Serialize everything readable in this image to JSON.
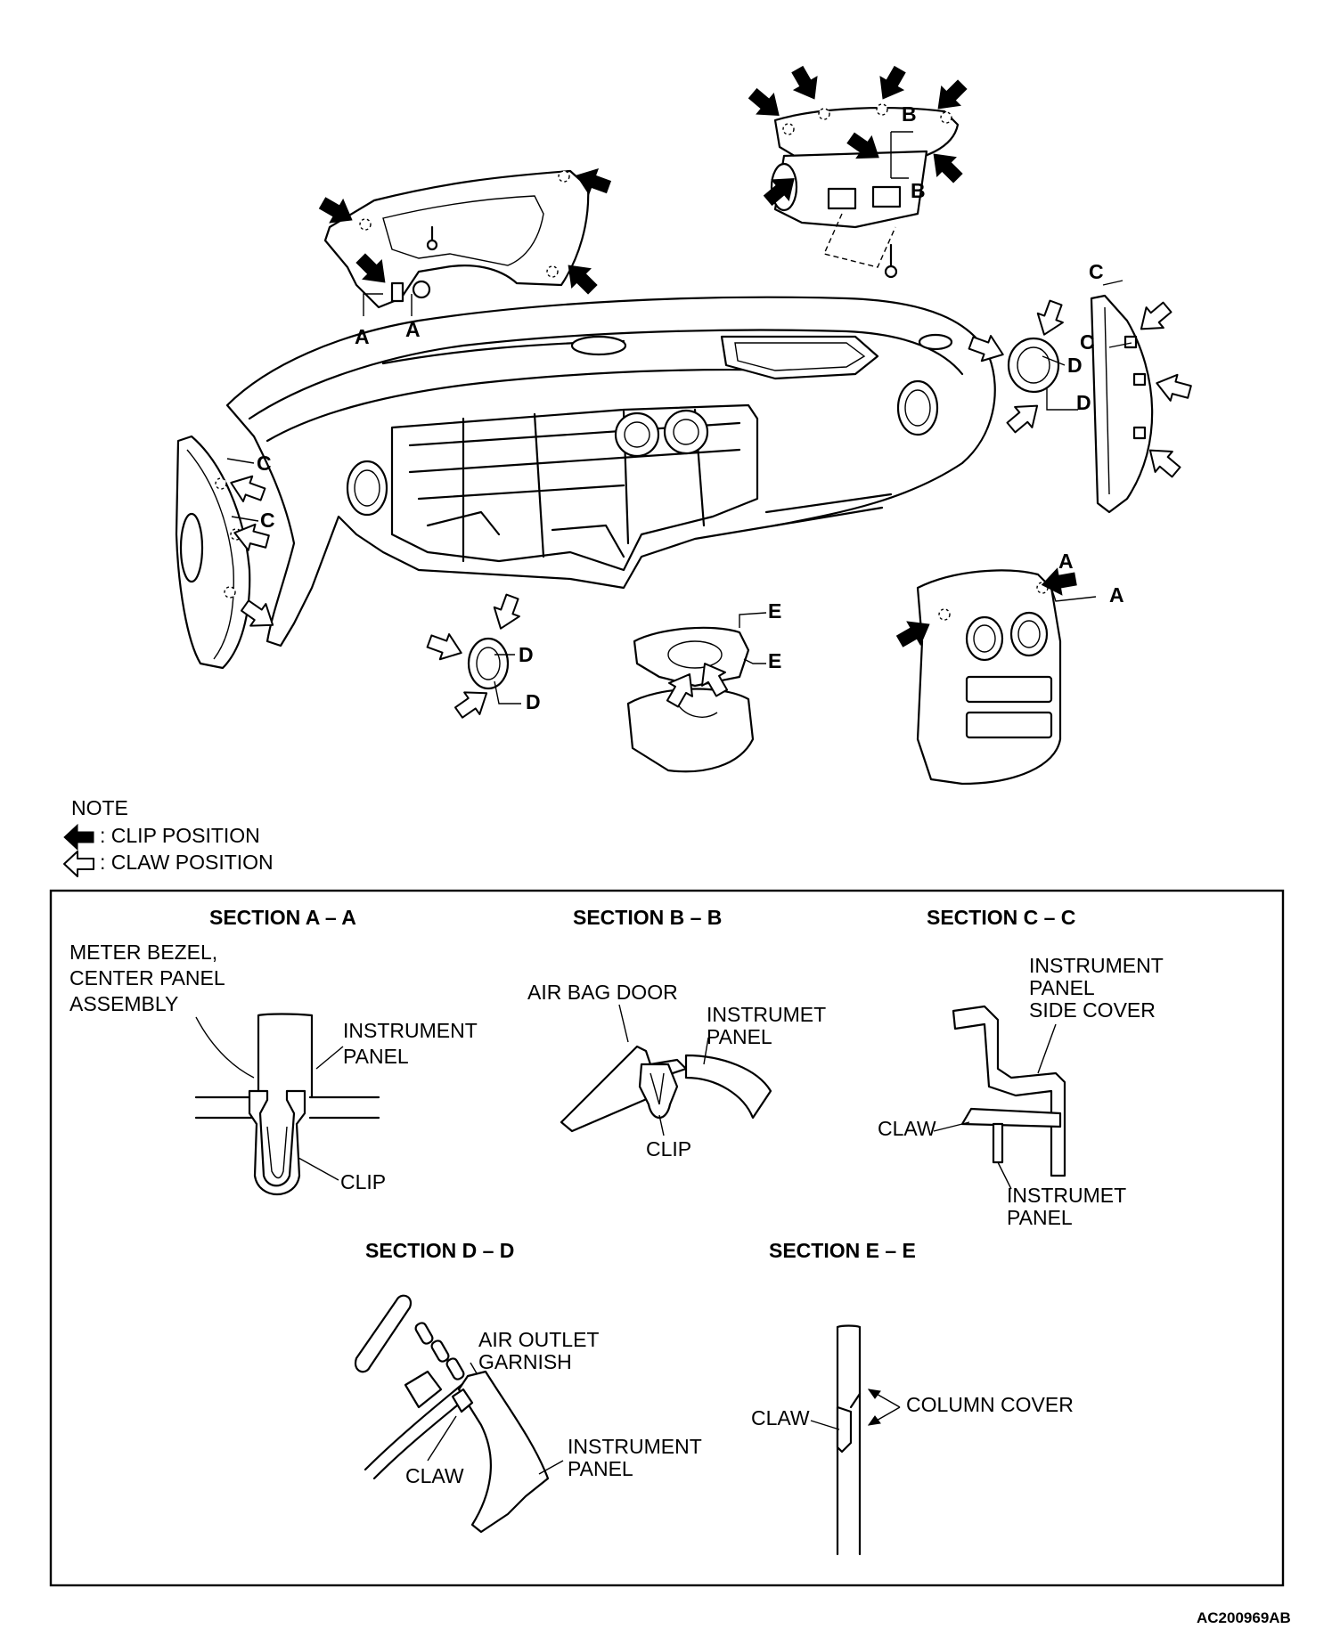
{
  "note": {
    "title": "NOTE",
    "clip": ": CLIP POSITION",
    "claw": ": CLAW POSITION"
  },
  "callouts": {
    "a": "A",
    "b": "B",
    "c": "C",
    "d": "D",
    "e": "E"
  },
  "sections": {
    "aa": {
      "title": "SECTION A – A",
      "meter_bezel": [
        "METER BEZEL,",
        "CENTER PANEL",
        "ASSEMBLY"
      ],
      "instrument_panel": [
        "INSTRUMENT",
        "PANEL"
      ],
      "clip": "CLIP"
    },
    "bb": {
      "title": "SECTION B – B",
      "air_bag_door": "AIR BAG DOOR",
      "instrumet_panel": [
        "INSTRUMET",
        "PANEL"
      ],
      "clip": "CLIP"
    },
    "cc": {
      "title": "SECTION C – C",
      "side_cover": [
        "INSTRUMENT",
        "PANEL",
        "SIDE COVER"
      ],
      "claw": "CLAW",
      "instrumet_panel": [
        "INSTRUMET",
        "PANEL"
      ]
    },
    "dd": {
      "title": "SECTION D – D",
      "air_outlet": [
        "AIR OUTLET",
        "GARNISH"
      ],
      "claw": "CLAW",
      "instrument_panel": [
        "INSTRUMENT",
        "PANEL"
      ]
    },
    "ee": {
      "title": "SECTION E – E",
      "claw": "CLAW",
      "column_cover": "COLUMN COVER"
    }
  },
  "figure_id": "AC200969AB"
}
